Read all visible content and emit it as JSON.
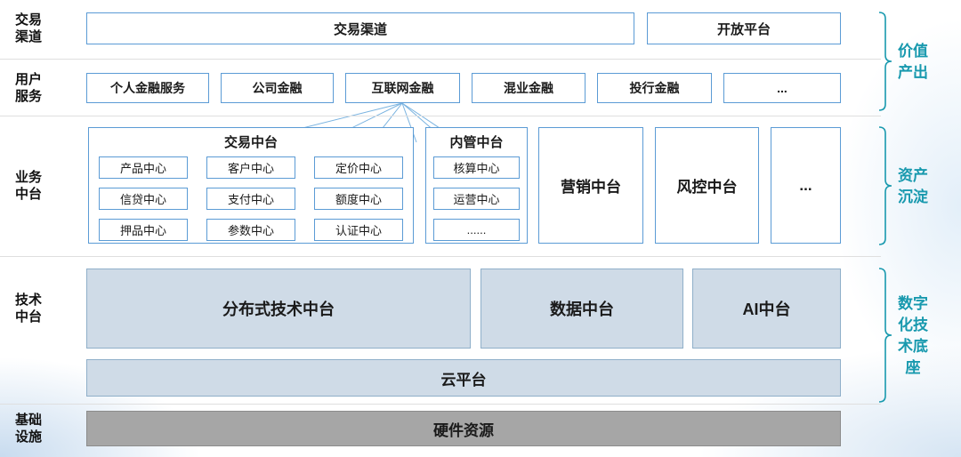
{
  "left_labels": {
    "channel": {
      "line1": "交易",
      "line2": "渠道"
    },
    "user": {
      "line1": "用户",
      "line2": "服务"
    },
    "business": {
      "line1": "业务",
      "line2": "中台"
    },
    "tech": {
      "line1": "技术",
      "line2": "中台"
    },
    "infra": {
      "line1": "基础",
      "line2": "设施"
    }
  },
  "channel_row": {
    "trade_channel": "交易渠道",
    "open_platform": "开放平台"
  },
  "services_row": {
    "items": [
      "个人金融服务",
      "公司金融",
      "互联网金融",
      "混业金融",
      "投行金融",
      "..."
    ]
  },
  "business_row": {
    "trade_platform": {
      "title": "交易中台",
      "cells": [
        "产品中心",
        "客户中心",
        "定价中心",
        "信贷中心",
        "支付中心",
        "额度中心",
        "押品中心",
        "参数中心",
        "认证中心"
      ]
    },
    "internal_platform": {
      "title": "内管中台",
      "cells": [
        "核算中心",
        "运营中心",
        "......"
      ]
    },
    "marketing_platform": "营销中台",
    "risk_platform": "风控中台",
    "more": "..."
  },
  "tech_row": {
    "distributed": "分布式技术中台",
    "data_platform": "数据中台",
    "ai_platform": "AI中台",
    "cloud": "云平台"
  },
  "infra_row": {
    "hardware": "硬件资源"
  },
  "right_labels": {
    "value_output": "价值产出",
    "asset_deposit": "资产沉淀",
    "digital_base": "数字化技术底座"
  },
  "colors": {
    "box_border": "#5b9bd5",
    "teal_accent": "#1899ae",
    "tech_fill": "#cfdbe7",
    "hardware_fill": "#a6a6a6",
    "connector_line": "#7ab3e0"
  }
}
